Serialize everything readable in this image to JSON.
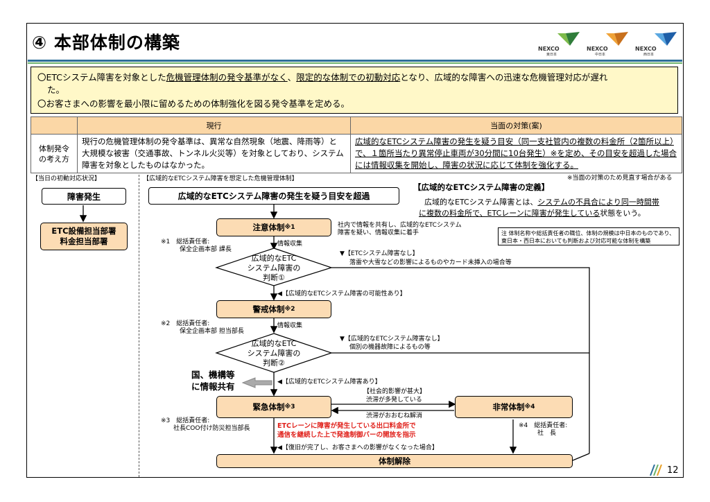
{
  "header": {
    "title": "④ 本部体制の構築",
    "logos": [
      {
        "name": "NEXCO",
        "sub": "東日本",
        "color_a": "#2f7d3a",
        "color_b": "#7dbb4a"
      },
      {
        "name": "NEXCO",
        "sub": "中日本",
        "color_a": "#c8701c",
        "color_b": "#f0a338"
      },
      {
        "name": "NEXCO",
        "sub": "西日本",
        "color_a": "#1e5fa8",
        "color_b": "#5aa7e0"
      }
    ]
  },
  "summary": {
    "line1a": "〇ETCシステム障害を対象とした",
    "line1b": "危機管理体制の発令基準がなく",
    "line1c": "、",
    "line1d": "限定的な体制での初動対応",
    "line1e": "となり、広域的な障害への迅速な危機管理対応が遅れ",
    "line1f": "た。",
    "line2": "〇お客さまへの影響を最小限に留めるための体制強化を図る発令基準を定める。"
  },
  "table": {
    "col_current": "現行",
    "col_proposal": "当面の対策(案)",
    "row_label_1": "体制発令",
    "row_label_2": "の考え方",
    "current_text": "現行の危機管理体制の発令基準は、異常な自然現象（地震、降雨等）と 大規模な被害（交通事故、トンネル火災等）を対象としており、システム障害を対象としたものはなかった。",
    "proposal_text": "広域的なETCシステム障害の発生を疑う目安（同一支社管内の複数の料金所（2箇所以上）で、１箇所当たり異常停止車両が30分間に10台発生）※を定め、その目安を超過した場合には情報収集を開始し、障害の状況に応じて体制を強化する。"
  },
  "flow": {
    "left_heading": "【当日の初動対応状況】",
    "right_heading": "【広域的なETCシステム障害を想定した危機管理体制】",
    "review_note": "※当面の対策のため見直す場合がある",
    "left_start": "障害発生",
    "left_dept": "ETC設備担当部署\n料金担当部署",
    "trigger": "広域的なETCシステム障害の発生を疑う目安を超過",
    "def_title": "【広域的なETCシステム障害の定義】",
    "def_text_a": "広域的なETCシステム障害とは、",
    "def_text_b": "システムの不具合により同一時間帯",
    "def_text_c": "に複数の料金所で、ETCレーンに障害が発生している",
    "def_text_d": "状態をいう。",
    "note_box": "注 体制名称や総括責任者の職位、体制の規模は中日本のものであり、\n東日本・西日本においても判断および対応可能な体制を構築",
    "stage1": "注意体制",
    "stage1_mark": "※1",
    "stage1_side": "社内で情報を共有し、広域的なETCシステム\n障害を疑い、情報収集に着手",
    "stage1_resp": "※1　総括責任者:\n　　　保全企画本部 課長",
    "collect1": "情報収集",
    "judge1": "広域的なETC\nシステム障害の\n判断①",
    "no1_title": "▼【ETCシステム障害なし】",
    "no1_text": "落雷や大雪などの影響によるものやカード未挿入の場合等",
    "maybe": "◀【広域的なETCシステム障害の可能性あり】",
    "stage2": "警戒体制",
    "stage2_mark": "※2",
    "stage2_resp": "※2　総括責任者:\n　　　保全企画本部 担当部長",
    "collect2": "情報収集",
    "judge2": "広域的なETC\nシステム障害の\n判断②",
    "no2_title": "▼【広域的なETCシステム障害なし】",
    "no2_text": "個別の機器故障によるもの等",
    "share": "国、機構等\nに情報共有",
    "yes2": "◀【広域的なETCシステム障害あり】",
    "stage3": "緊急体制",
    "stage3_mark": "※3",
    "stage3_resp": "※3　総括責任者:\n　　社長COO付け防災担当部長",
    "social_title": "【社会的影響が甚大】",
    "social_text": "渋滞が多発している",
    "resolve": "渋滞がおおむね解消",
    "stage4": "非常体制",
    "stage4_mark": "※4",
    "stage4_resp": "※4　総括責任者:\n　　　社　長",
    "red_note": "ETCレーンに障害が発生している出口料金所で\n通信を継続した上で発進制御バーの開放を指示",
    "recover": "◀【復旧が完了し、お客さまへの影響がなくなった場合】",
    "release": "体制解除"
  },
  "footer": {
    "page": "12"
  }
}
